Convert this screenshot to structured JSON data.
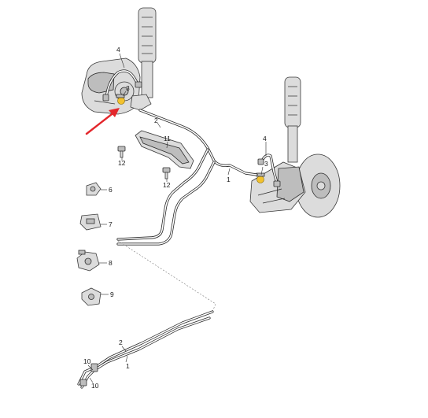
{
  "callouts": {
    "c4_left": "4",
    "c3_left": "3",
    "c2_top": "2",
    "c11": "11",
    "c12_left": "12",
    "c12_mid": "12",
    "c1_mid": "1",
    "c4_right": "4",
    "c3_right": "3",
    "c6": "6",
    "c7": "7",
    "c8": "8",
    "c9": "9",
    "c2_bottom": "2",
    "c1_bottom": "1",
    "c10_a": "10",
    "c10_b": "10"
  },
  "colors": {
    "highlight": "#f2c12e",
    "arrow": "#e3262b"
  }
}
